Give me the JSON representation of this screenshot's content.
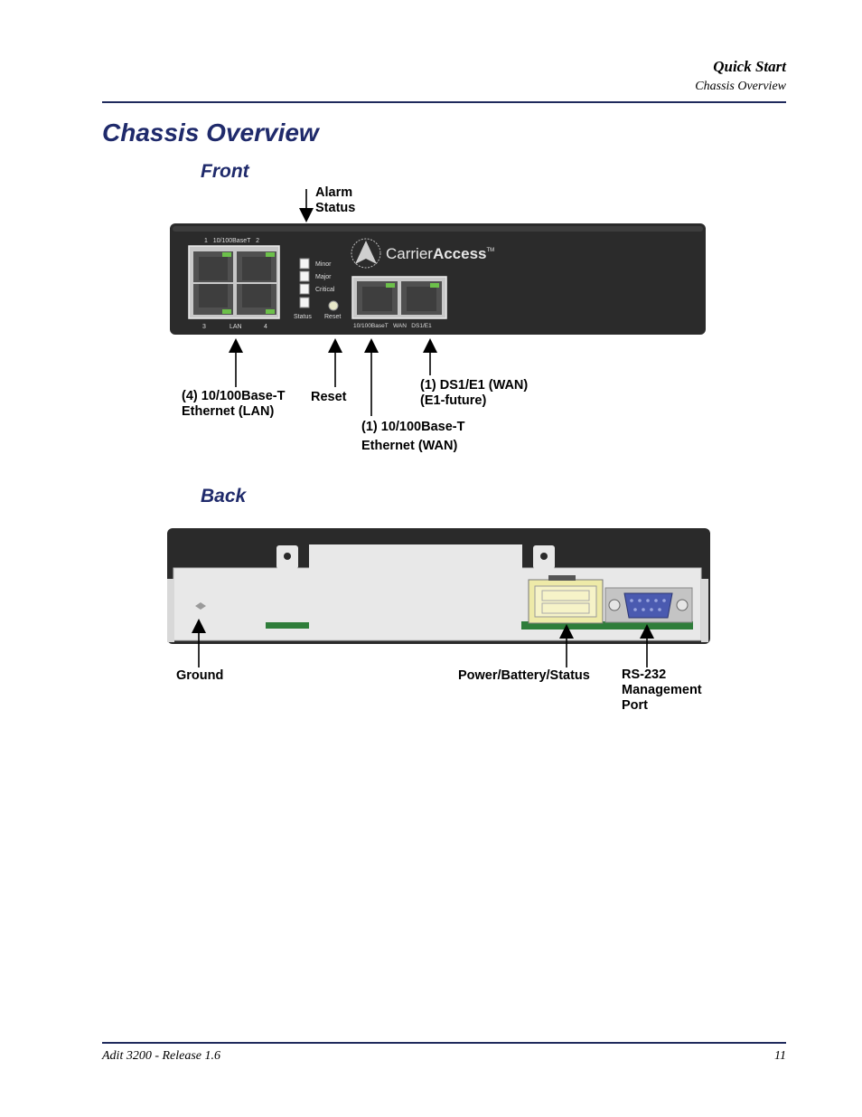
{
  "header": {
    "title": "Quick Start",
    "subtitle": "Chassis Overview"
  },
  "page_title": "Chassis Overview",
  "front": {
    "heading": "Front",
    "device": {
      "lan_top": "1   10/100BaseT   2",
      "lan_bottom_3": "3",
      "lan_bottom_label": "LAN",
      "lan_bottom_4": "4",
      "led_minor": "Minor",
      "led_major": "Major",
      "led_critical": "Critical",
      "led_status": "Status",
      "reset_label": "Reset",
      "wan_labels": "10/100BaseT   WAN   DS1/E1",
      "brand_plain": "Carrier",
      "brand_bold": "Access",
      "brand_tm": "TM"
    },
    "callouts": {
      "alarm_line1": "Alarm",
      "alarm_line2": "Status",
      "lan_line1": "(4) 10/100Base-T",
      "lan_line2": "Ethernet (LAN)",
      "reset": "Reset",
      "wan_eth_line1": "(1) 10/100Base-T",
      "wan_eth_line2": "Ethernet (WAN)",
      "ds1_line1": "(1) DS1/E1 (WAN)",
      "ds1_line2": "(E1-future)"
    }
  },
  "back": {
    "heading": "Back",
    "callouts": {
      "ground": "Ground",
      "power": "Power/Battery/Status",
      "rs232_line1": "RS-232",
      "rs232_line2": "Management",
      "rs232_line3": "Port"
    }
  },
  "footer": {
    "left": "Adit 3200  - Release 1.6",
    "page_number": "11"
  },
  "colors": {
    "heading_blue": "#1f2a6b",
    "chassis": "#2a2a2a",
    "led_green": "#6cc04a",
    "db9_blue": "#4a5ab0"
  }
}
